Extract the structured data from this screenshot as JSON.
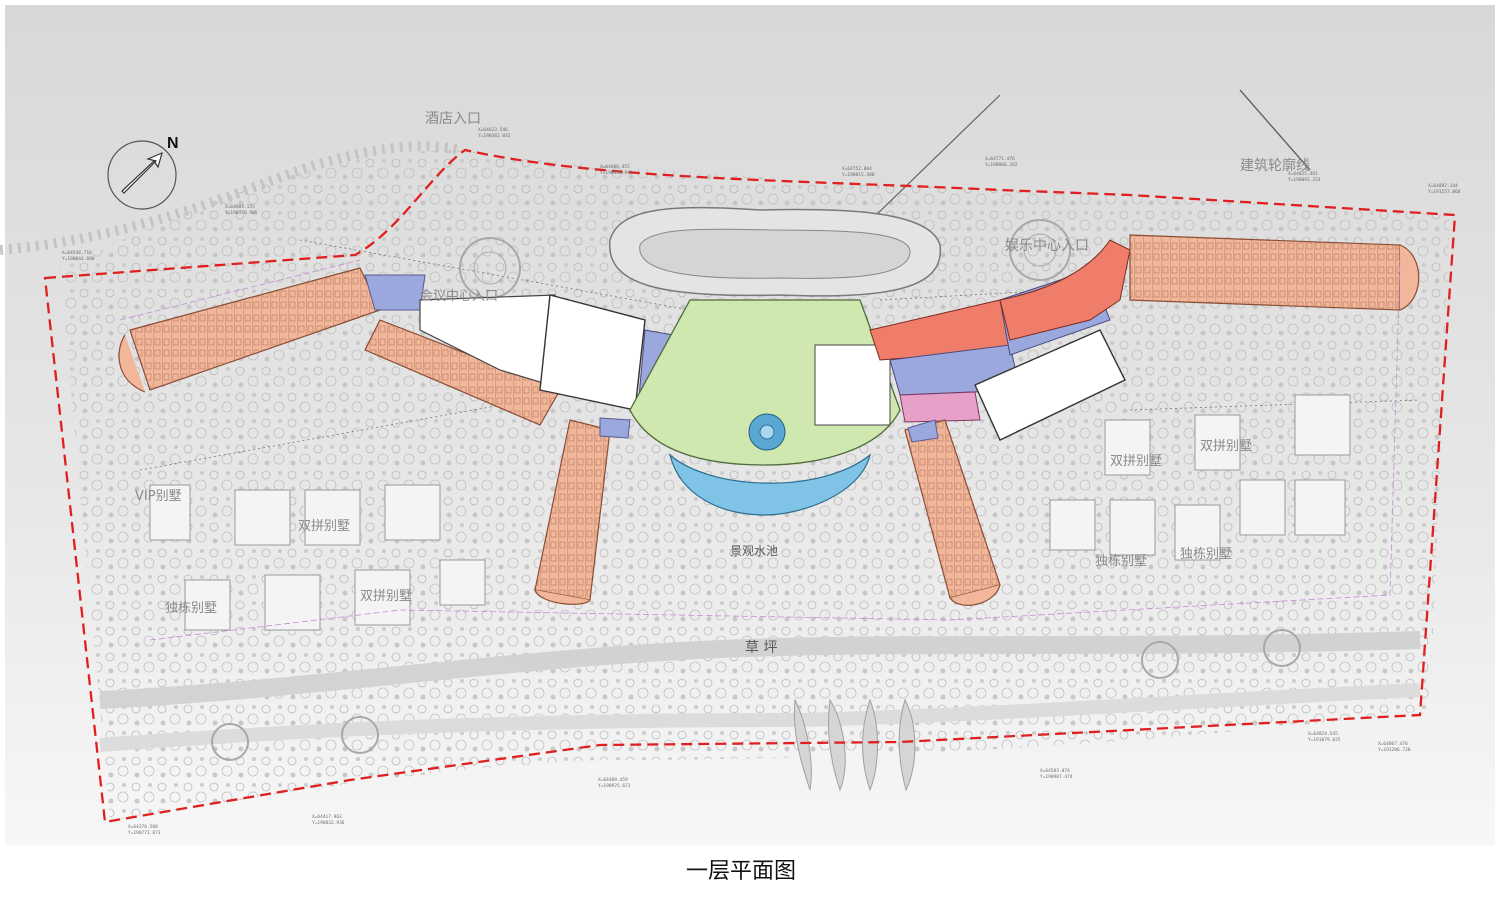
{
  "drawing": {
    "caption": "一层平面图",
    "north_label": "N",
    "colors": {
      "background": "#ededed",
      "site_boundary": "#e02020",
      "guest_rooms": "#f2b79a",
      "lobby": "#cfe8b0",
      "service_blue": "#9aa8de",
      "entertainment": "#ef7d6a",
      "pink": "#e7a0c8",
      "pool": "#7fc4e6"
    },
    "labels": {
      "hotel_entrance": "酒店入口",
      "building_outline": "建筑轮廓线",
      "entertainment_entrance": "娱乐中心入口",
      "conference_entrance": "会议中心入口",
      "landscape_pool": "景观水池",
      "lawn": "草 坪",
      "vip_villa": "VIP别墅",
      "twin_villa_1": "双拼别墅",
      "twin_villa_2": "双拼别墅",
      "twin_villa_3": "双拼别墅",
      "twin_villa_4": "双拼别墅",
      "single_villa_1": "独栋别墅",
      "single_villa_2": "独栋别墅",
      "single_villa_3": "独栋别墅"
    },
    "coordinates": [
      {
        "x": "X=64623.546",
        "y": "Y=190382.032"
      },
      {
        "x": "X=64604.155",
        "y": "Y=190370.985"
      },
      {
        "x": "X=64548.716",
        "y": "Y=190044.680"
      },
      {
        "x": "X=64680.455",
        "y": "Y=190650.949"
      },
      {
        "x": "X=64752.804",
        "y": "Y=190815.480"
      },
      {
        "x": "X=64771.476",
        "y": "Y=190966.262"
      },
      {
        "x": "X=64825.461",
        "y": "Y=190093.253"
      },
      {
        "x": "X=64892.144",
        "y": "Y=191157.868"
      },
      {
        "x": "X=64376.508",
        "y": "Y=190771.073"
      },
      {
        "x": "X=64417.963",
        "y": "Y=190832.936"
      },
      {
        "x": "X=64488.459",
        "y": "Y=190925.671"
      },
      {
        "x": "X=64583.074",
        "y": "Y=190987.474"
      },
      {
        "x": "X=64824.545",
        "y": "Y=191079.825"
      },
      {
        "x": "X=64867.476",
        "y": "Y=191206.728"
      }
    ]
  }
}
